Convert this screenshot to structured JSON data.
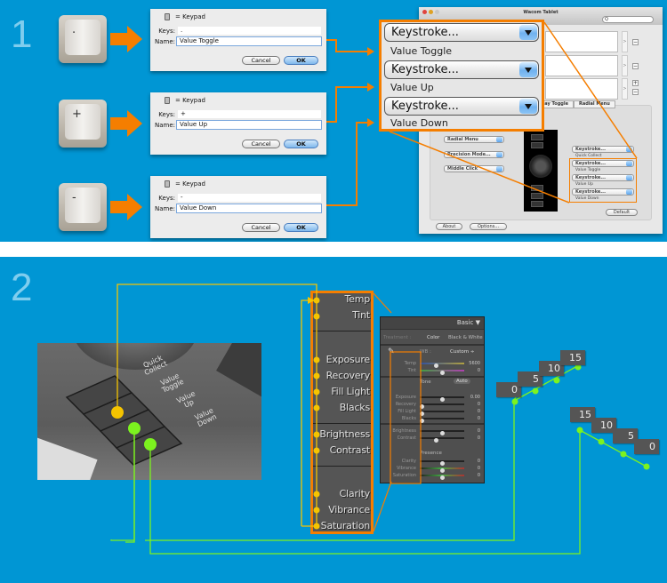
{
  "step1": {
    "number": "1",
    "keys": [
      {
        "glyph": "·",
        "keys_value": ".",
        "name_value": "Value Toggle"
      },
      {
        "glyph": "+",
        "keys_value": "+",
        "name_value": "Value Up"
      },
      {
        "glyph": "-",
        "keys_value": "-",
        "name_value": "Value Down"
      }
    ],
    "dialog": {
      "title": "= Keypad",
      "keys_label": "Keys:",
      "name_label": "Name:",
      "cancel_label": "Cancel",
      "ok_label": "OK"
    },
    "wacom": {
      "title": "Wacom Tablet",
      "search_icon": "Q",
      "tabs": [
        "play Toggle",
        "Radial Menu"
      ],
      "side_chevron": ">",
      "plus": "+",
      "minus": "−",
      "left_popups": [
        "Radial Menu",
        "Precision Mode...",
        "Middle Click"
      ],
      "right_popups": [
        {
          "value": "Keystroke...",
          "label": "Quick Collect"
        },
        {
          "value": "Keystroke...",
          "label": "Value Toggle"
        },
        {
          "value": "Keystroke...",
          "label": "Value Up"
        },
        {
          "value": "Keystroke...",
          "label": "Value Down"
        }
      ],
      "default_label": "Default",
      "about_label": "About",
      "options_label": "Options..."
    },
    "callout": {
      "items": [
        {
          "popup": "Keystroke...",
          "label": "Value Toggle"
        },
        {
          "popup": "Keystroke...",
          "label": "Value Up"
        },
        {
          "popup": "Keystroke...",
          "label": "Value Down"
        }
      ]
    }
  },
  "step2": {
    "number": "2",
    "photo_labels": [
      [
        "Quick",
        "Collect"
      ],
      [
        "Value",
        "Toggle"
      ],
      [
        "Value",
        "Up"
      ],
      [
        "Value",
        "Down"
      ]
    ],
    "list_items": [
      "Temp",
      "Tint",
      "Exposure",
      "Recovery",
      "Fill Light",
      "Blacks",
      "Brightness",
      "Contrast",
      "Clarity",
      "Vibrance",
      "Saturation"
    ],
    "lr_panel": {
      "header": "Basic",
      "header_icon": "▼",
      "treatment_label": "Treatment :",
      "color_label": "Color",
      "bw_label": "Black & White",
      "wb_label": "WB :",
      "wb_value": "Custom ÷",
      "tone_label": "Tone",
      "auto_label": "Auto",
      "presence_label": "Presence",
      "rows": [
        {
          "label": "Temp",
          "value": "5600",
          "pos": 0.35
        },
        {
          "label": "Tint",
          "value": "0",
          "pos": 0.5
        },
        {
          "label": "Exposure",
          "value": "0.00",
          "pos": 0.5
        },
        {
          "label": "Recovery",
          "value": "0",
          "pos": 0.0
        },
        {
          "label": "Fill Light",
          "value": "0",
          "pos": 0.0
        },
        {
          "label": "Blacks",
          "value": "0",
          "pos": 0.0
        },
        {
          "label": "Brightness",
          "value": "0",
          "pos": 0.5
        },
        {
          "label": "Contrast",
          "value": "0",
          "pos": 0.35
        },
        {
          "label": "Clarity",
          "value": "0",
          "pos": 0.5
        },
        {
          "label": "Vibrance",
          "value": "0",
          "pos": 0.5
        },
        {
          "label": "Saturation",
          "value": "0",
          "pos": 0.5
        }
      ]
    },
    "up_scale": [
      "0",
      "5",
      "10",
      "15"
    ],
    "down_scale": [
      "15",
      "10",
      "5",
      "0"
    ]
  },
  "colors": {
    "background": "#0096d4",
    "orange": "#f57e00",
    "yellow": "#f5c400",
    "green": "#7cf21f"
  }
}
